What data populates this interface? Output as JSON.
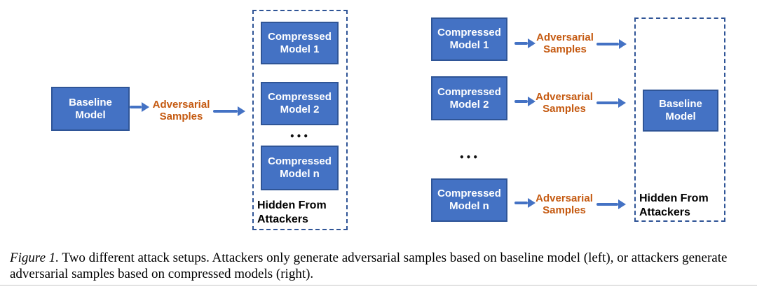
{
  "colors": {
    "box_fill": "#4472C4",
    "box_border": "#2F5597",
    "arrow": "#4472C4",
    "adversarial_text": "#C55A11",
    "dashed_border": "#2F5496",
    "hidden_text": "#000000"
  },
  "left_diagram": {
    "baseline_box": "Baseline Model",
    "adversarial_label": "Adversarial Samples",
    "compressed_boxes": [
      "Compressed Model 1",
      "Compressed Model 2",
      "Compressed Model n"
    ],
    "ellipsis": "•••",
    "hidden_label": "Hidden From Attackers"
  },
  "right_diagram": {
    "compressed_boxes": [
      "Compressed Model 1",
      "Compressed Model 2",
      "Compressed Model n"
    ],
    "adversarial_labels": [
      "Adversarial Samples",
      "Adversarial Samples",
      "Adversarial Samples"
    ],
    "ellipsis": "•••",
    "baseline_box": "Baseline Model",
    "hidden_label": "Hidden From Attackers"
  },
  "caption": {
    "label": "Figure 1.",
    "line1_rest": " Two different attack setups. Attackers only generate adversarial samples based on baseline model (left), or attackers generate",
    "line2": "adversarial samples based on compressed models (right)."
  }
}
